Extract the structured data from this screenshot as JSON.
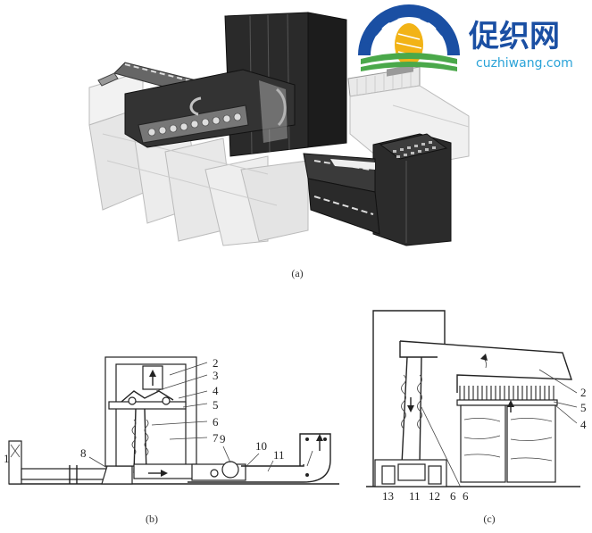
{
  "logo": {
    "name": "促织网",
    "url": "cuzhiwang.com",
    "colors": {
      "gear": "#1a4fa3",
      "yellow": "#f2b316",
      "green": "#4aa84a",
      "text": "#1a4fa3",
      "url": "#2aa3d8"
    }
  },
  "panels": [
    {
      "id": "a",
      "caption": "(a)"
    },
    {
      "id": "b",
      "caption": "(b)",
      "labels": [
        "1",
        "2",
        "3",
        "4",
        "5",
        "6",
        "7",
        "8",
        "9",
        "10",
        "11"
      ]
    },
    {
      "id": "c",
      "caption": "(c)",
      "labels": [
        "2",
        "5",
        "4",
        "6",
        "13",
        "11",
        "12",
        "6"
      ]
    }
  ]
}
